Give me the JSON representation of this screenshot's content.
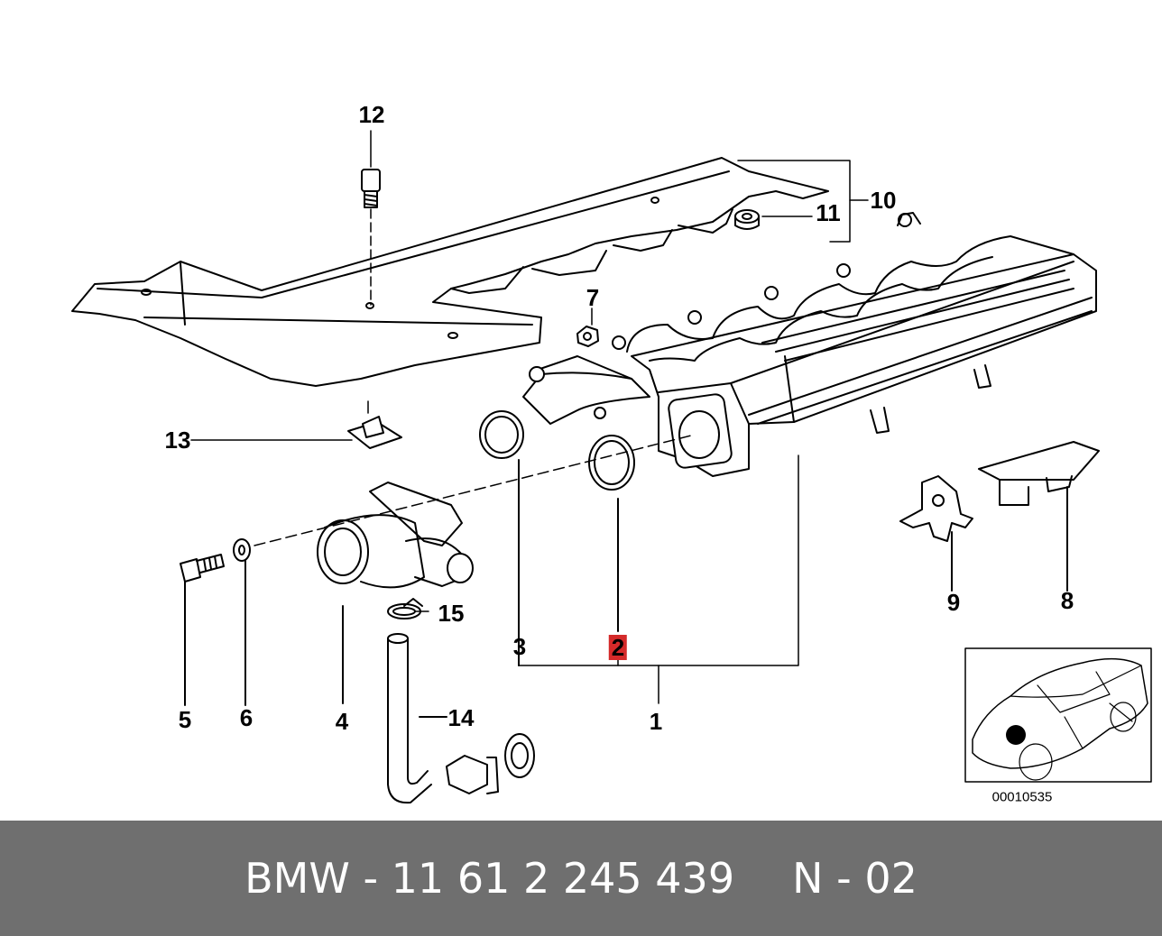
{
  "diagram": {
    "callouts": [
      {
        "id": "1",
        "label": "1"
      },
      {
        "id": "2",
        "label": "2",
        "highlighted": true
      },
      {
        "id": "3",
        "label": "3"
      },
      {
        "id": "4",
        "label": "4"
      },
      {
        "id": "5",
        "label": "5"
      },
      {
        "id": "6",
        "label": "6"
      },
      {
        "id": "7",
        "label": "7"
      },
      {
        "id": "8",
        "label": "8"
      },
      {
        "id": "9",
        "label": "9"
      },
      {
        "id": "10",
        "label": "10"
      },
      {
        "id": "11",
        "label": "11"
      },
      {
        "id": "12",
        "label": "12"
      },
      {
        "id": "13",
        "label": "13"
      },
      {
        "id": "14",
        "label": "14"
      },
      {
        "id": "15",
        "label": "15"
      }
    ],
    "reference_code": "00010535",
    "highlight_color": "#d42a2a"
  },
  "footer": {
    "part_number": "BMW - 11 61 2 245 439",
    "page_code": "N - 02",
    "background": "#6f6f6f"
  }
}
